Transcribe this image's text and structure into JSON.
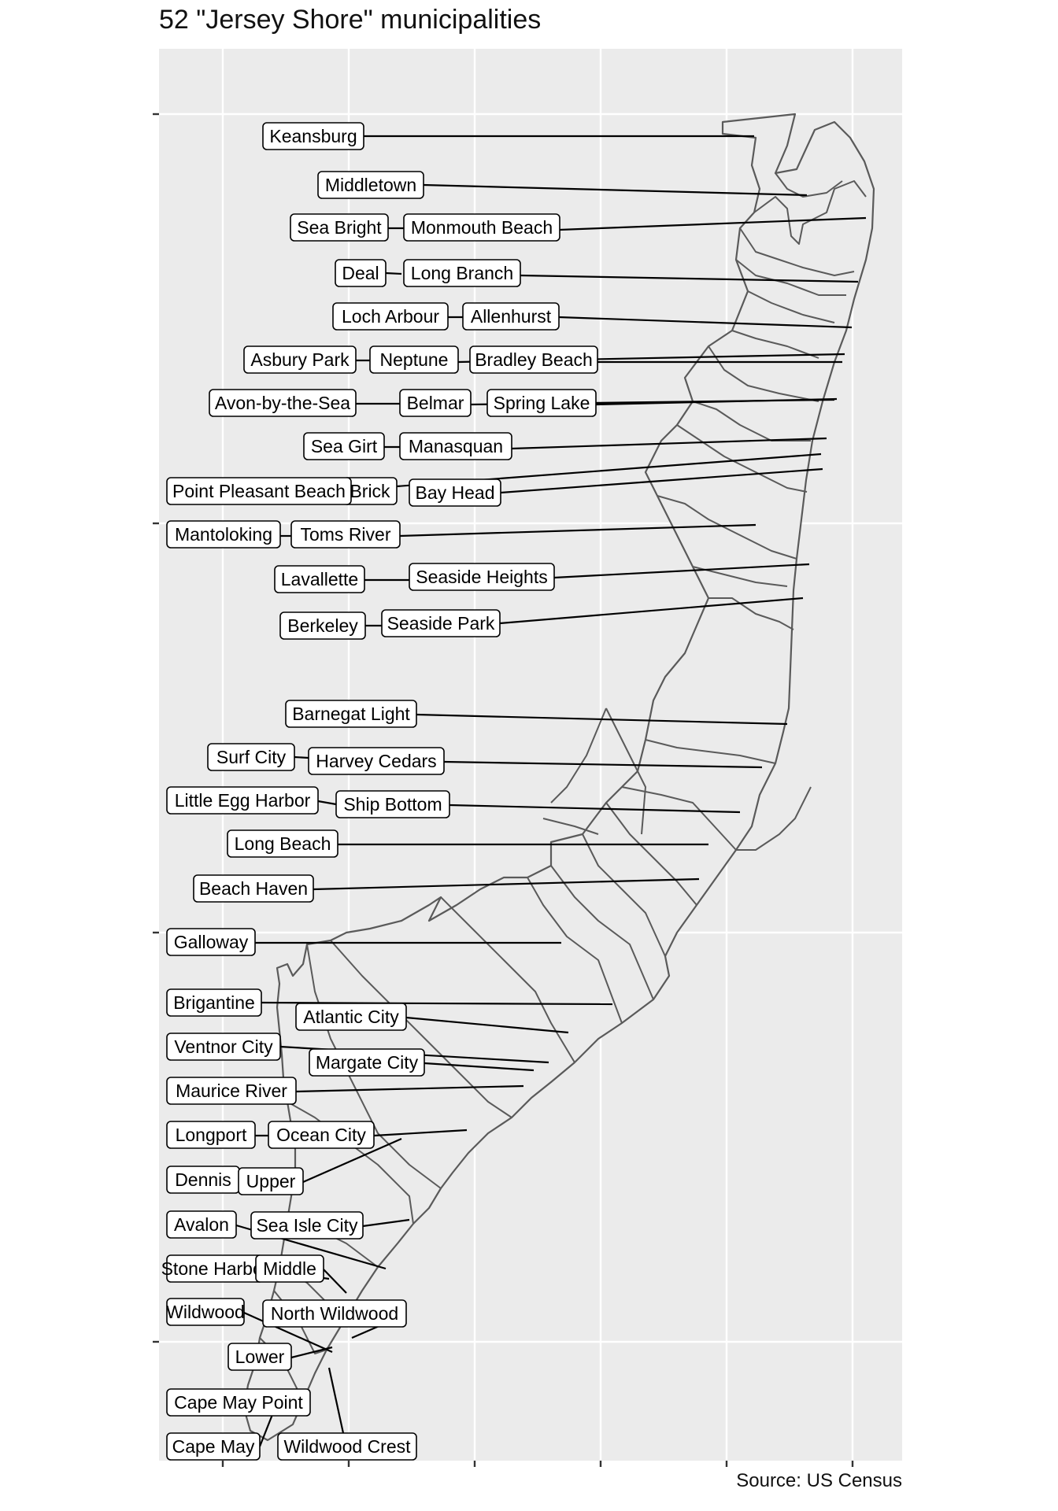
{
  "title": "52 \"Jersey Shore\" municipalities",
  "caption": "Source: US Census",
  "colors": {
    "panel": "#ebebeb",
    "grid": "#ffffff",
    "outline": "#5a5a5a",
    "label_border": "#000000"
  },
  "labels": [
    "Keansburg",
    "Middletown",
    "Sea Bright",
    "Monmouth Beach",
    "Deal",
    "Long Branch",
    "Loch Arbour",
    "Allenhurst",
    "Asbury Park",
    "Neptune",
    "Bradley Beach",
    "Avon-by-the-Sea",
    "Belmar",
    "Spring Lake",
    "Sea Girt",
    "Manasquan",
    "Brick",
    "Point Pleasant Beach",
    "Bay Head",
    "Mantoloking",
    "Toms River",
    "Lavallette",
    "Seaside Heights",
    "Berkeley",
    "Seaside Park",
    "Barnegat Light",
    "Surf City",
    "Harvey Cedars",
    "Little Egg Harbor",
    "Ship Bottom",
    "Long Beach",
    "Beach Haven",
    "Galloway",
    "Brigantine",
    "Atlantic City",
    "Ventnor City",
    "Margate City",
    "Maurice River",
    "Longport",
    "Ocean City",
    "Dennis",
    "Upper",
    "Avalon",
    "Sea Isle City",
    "Stone Harbor",
    "Middle",
    "Wildwood",
    "North Wildwood",
    "Lower",
    "Cape May Point",
    "Cape May",
    "Wildwood Crest"
  ]
}
